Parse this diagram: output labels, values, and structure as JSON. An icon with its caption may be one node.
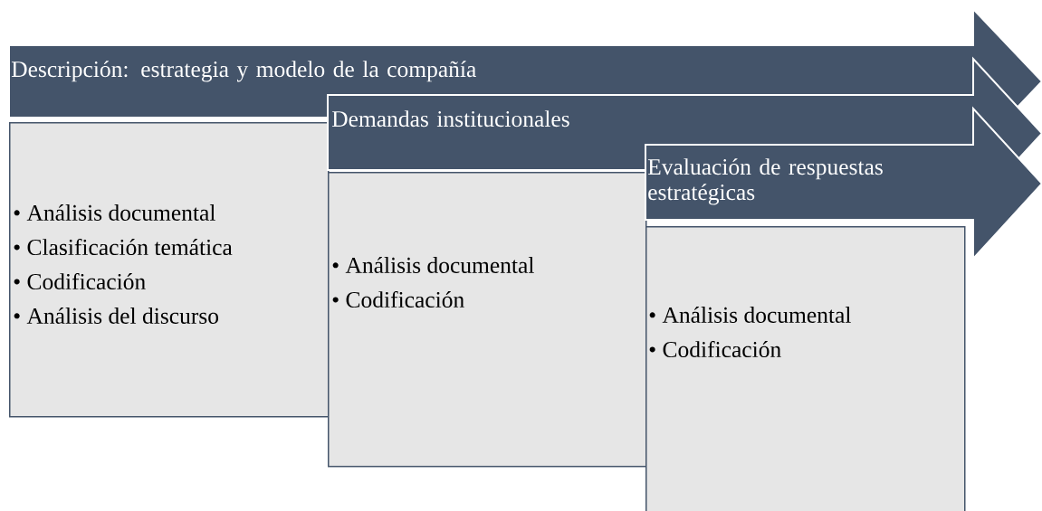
{
  "diagram": {
    "nodes": [
      {
        "text": [
          "Descripción: estrategia y modelo de la compañía"
        ]
      },
      {
        "text": [
          "• Análisis documental",
          "• Clasificación temática",
          "• Codificación",
          "• Análisis del discurso"
        ]
      },
      {
        "text": [
          "Demandas institucionales"
        ]
      },
      {
        "text": [
          "• Análisis documental",
          "• Codificación"
        ]
      },
      {
        "text": [
          "Evaluación de respuestas estratégicas"
        ]
      },
      {
        "text": [
          "• Análisis documental",
          "• Codificación"
        ]
      }
    ]
  }
}
